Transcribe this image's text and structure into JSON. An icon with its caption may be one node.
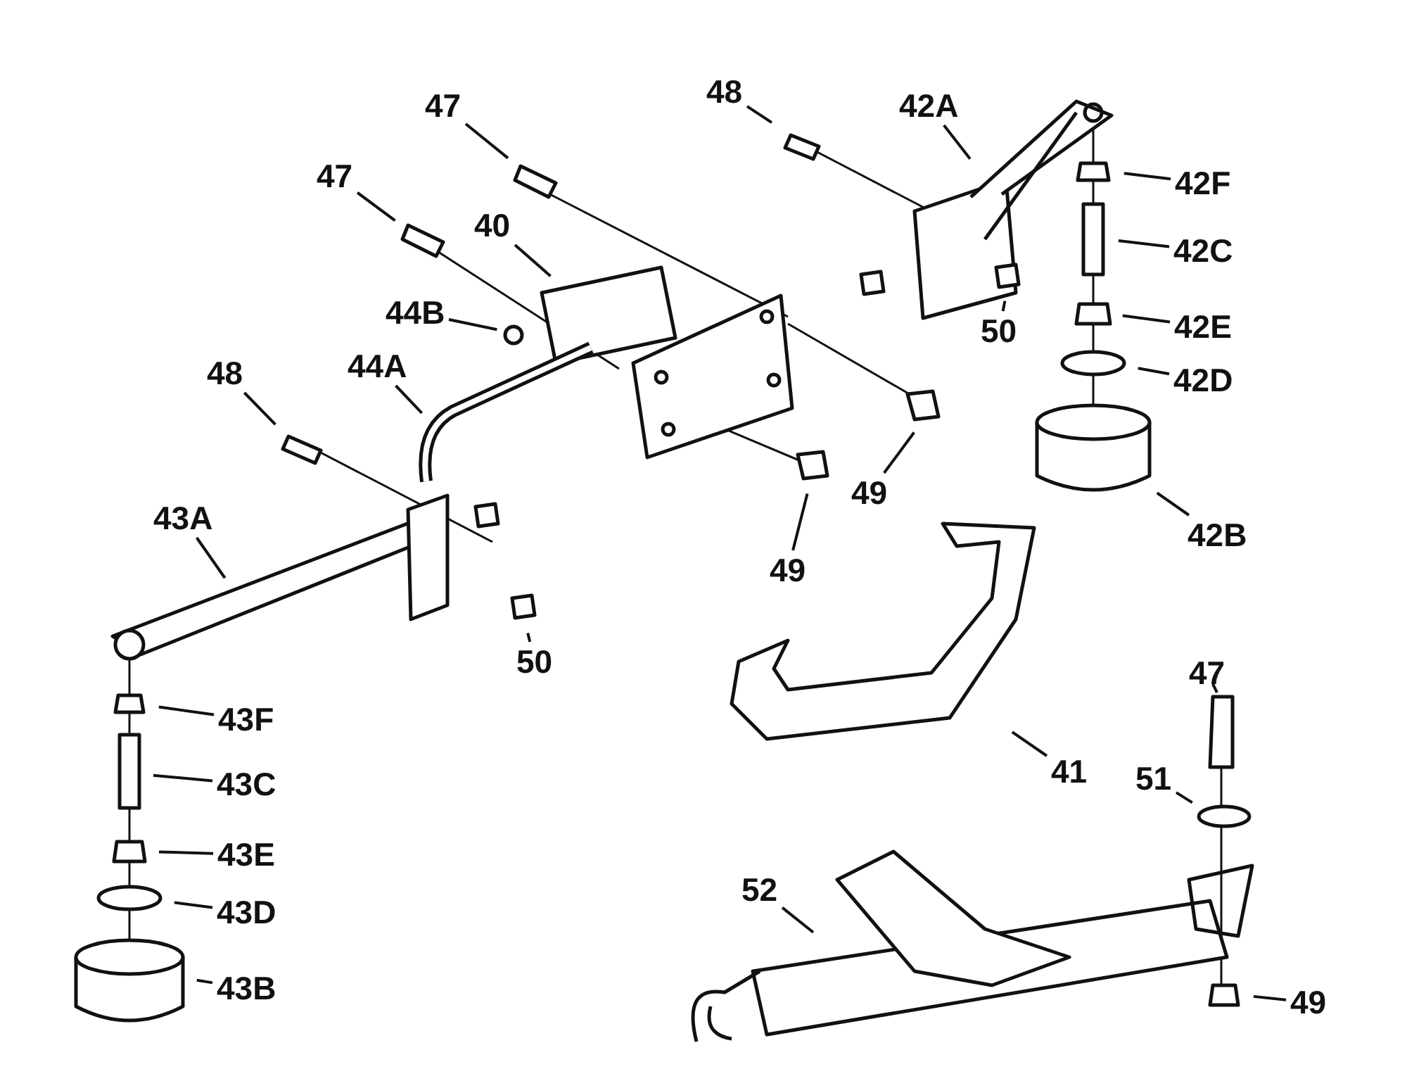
{
  "diagram": {
    "nodes": [
      {
        "text": [
          "48"
        ]
      },
      {
        "text": [
          "42A"
        ]
      },
      {
        "text": [
          "47"
        ]
      },
      {
        "text": [
          "47"
        ]
      },
      {
        "text": [
          "42F"
        ]
      },
      {
        "text": [
          "40"
        ]
      },
      {
        "text": [
          "42C"
        ]
      },
      {
        "text": [
          "44B"
        ]
      },
      {
        "text": [
          "42E"
        ]
      },
      {
        "text": [
          "42D"
        ]
      },
      {
        "text": [
          "44A"
        ]
      },
      {
        "text": [
          "48"
        ]
      },
      {
        "text": [
          "49"
        ]
      },
      {
        "text": [
          "49"
        ]
      },
      {
        "text": [
          "43A"
        ]
      },
      {
        "text": [
          "42B"
        ]
      },
      {
        "text": [
          "50"
        ]
      },
      {
        "text": [
          "50"
        ]
      },
      {
        "text": [
          "47"
        ]
      },
      {
        "text": [
          "43F"
        ]
      },
      {
        "text": [
          "41"
        ]
      },
      {
        "text": [
          "43C"
        ]
      },
      {
        "text": [
          "51"
        ]
      },
      {
        "text": [
          "43E"
        ]
      },
      {
        "text": [
          "52"
        ]
      },
      {
        "text": [
          "43D"
        ]
      },
      {
        "text": [
          "43B"
        ]
      },
      {
        "text": [
          "49"
        ]
      }
    ],
    "edges": [
      {
        "from": 0,
        "to": null,
        "arrow": "none"
      },
      {
        "from": 1,
        "to": null,
        "arrow": "none"
      },
      {
        "from": 2,
        "to": null,
        "arrow": "none"
      },
      {
        "from": 3,
        "to": null,
        "arrow": "none"
      },
      {
        "from": 4,
        "to": null,
        "arrow": "none"
      },
      {
        "from": 5,
        "to": null,
        "arrow": "none"
      },
      {
        "from": 6,
        "to": null,
        "arrow": "none"
      },
      {
        "from": 7,
        "to": null,
        "arrow": "none"
      },
      {
        "from": 8,
        "to": null,
        "arrow": "none"
      },
      {
        "from": 9,
        "to": null,
        "arrow": "none"
      },
      {
        "from": 10,
        "to": null,
        "arrow": "none"
      },
      {
        "from": 11,
        "to": null,
        "arrow": "none"
      },
      {
        "from": 12,
        "to": null,
        "arrow": "none"
      },
      {
        "from": 13,
        "to": null,
        "arrow": "none"
      },
      {
        "from": 14,
        "to": null,
        "arrow": "none"
      },
      {
        "from": 15,
        "to": null,
        "arrow": "none"
      },
      {
        "from": 16,
        "to": null,
        "arrow": "none"
      },
      {
        "from": 17,
        "to": null,
        "arrow": "none"
      },
      {
        "from": 18,
        "to": null,
        "arrow": "none"
      },
      {
        "from": 19,
        "to": null,
        "arrow": "none"
      },
      {
        "from": 20,
        "to": null,
        "arrow": "none"
      },
      {
        "from": 21,
        "to": null,
        "arrow": "none"
      },
      {
        "from": 22,
        "to": null,
        "arrow": "none"
      },
      {
        "from": 23,
        "to": null,
        "arrow": "none"
      },
      {
        "from": 24,
        "to": null,
        "arrow": "none"
      },
      {
        "from": 25,
        "to": null,
        "arrow": "none"
      },
      {
        "from": 26,
        "to": null,
        "arrow": "none"
      },
      {
        "from": 27,
        "to": null,
        "arrow": "none"
      }
    ]
  }
}
